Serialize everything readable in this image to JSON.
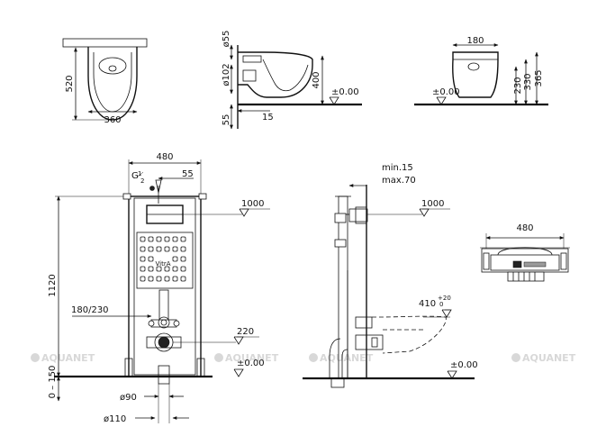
{
  "watermark": "AQUANET",
  "plate_brand": "VitrA",
  "toilet_top_view": {
    "depth": "520",
    "width": "360"
  },
  "toilet_side_view": {
    "outlet_diameter": "ø55",
    "inlet_diameter": "ø102",
    "height": "400",
    "floor_level": "±0.00",
    "bottom_offset": "55",
    "wall_offset": "15"
  },
  "toilet_front_view": {
    "outlet_width": "180",
    "floor_level": "±0.00",
    "outlet_height": "230",
    "inlet_height": "330",
    "total_height": "365"
  },
  "frame_front_view": {
    "width": "480",
    "pipe_thread": "G",
    "pipe_thread_fraction_num": "1",
    "pipe_thread_fraction_den": "2",
    "inlet_offset": "55",
    "plate_height": "1000",
    "frame_height": "1120",
    "outlet_spacing": "180/230",
    "drain_height": "220",
    "floor_level": "±0.00",
    "floor_range": "0 – 150",
    "drain_diameter_small": "ø90",
    "drain_diameter_large": "ø110"
  },
  "frame_side_view": {
    "depth_min": "min.15",
    "depth_max": "max.70",
    "plate_height": "1000",
    "bowl_height": "410",
    "bowl_tolerance_plus": "+20",
    "bowl_tolerance_zero": "0",
    "floor_level": "±0.00"
  },
  "frame_top_view": {
    "width": "480"
  }
}
